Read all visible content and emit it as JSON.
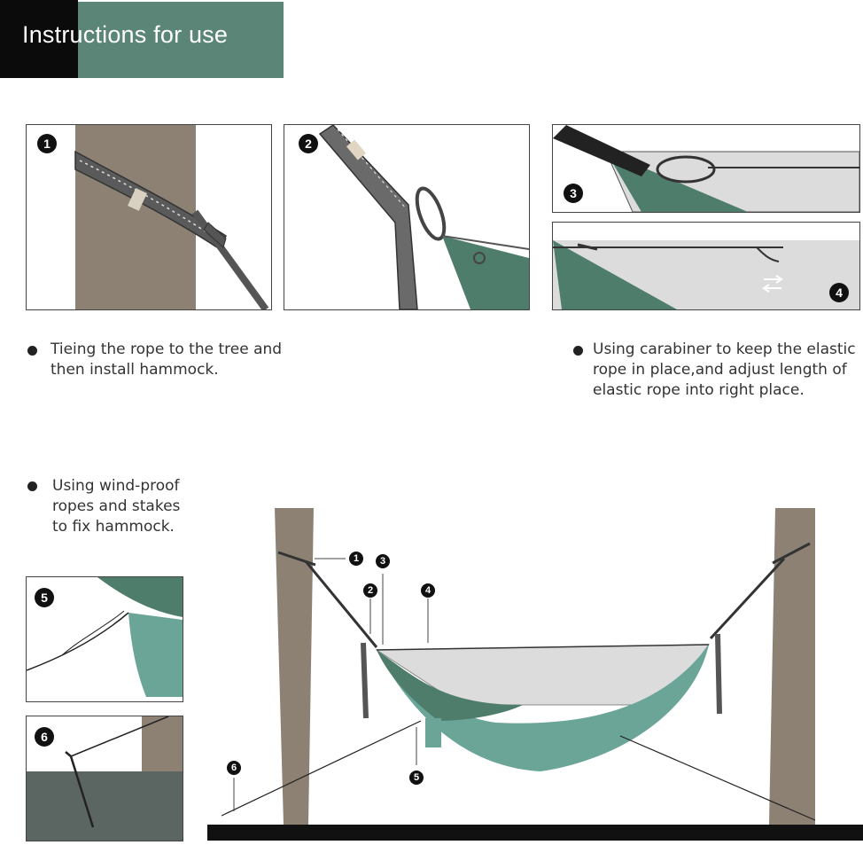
{
  "header": {
    "title": "Instructions for use"
  },
  "panels": [
    {
      "number": "1"
    },
    {
      "number": "2"
    },
    {
      "number": "3"
    },
    {
      "number": "4"
    },
    {
      "number": "5"
    },
    {
      "number": "6"
    }
  ],
  "captions": [
    {
      "lines": [
        "Tieing the rope to the tree and",
        "then install hammock."
      ]
    },
    {
      "lines": [
        "Using carabiner to keep the elastic",
        "rope in place,and adjust length of",
        "elastic rope into right place."
      ]
    },
    {
      "lines": [
        "Using wind-proof",
        "ropes and stakes",
        "to fix hammock."
      ]
    }
  ],
  "diagram_labels": [
    "1",
    "2",
    "3",
    "4",
    "5",
    "6"
  ],
  "colors": {
    "header_black": "#0b0b0b",
    "header_green": "#5a8577",
    "tree": "#8d8174",
    "hammock_dark": "#4e7d6b",
    "hammock_light": "#6aa598",
    "mesh": "#dcdcdc",
    "ground": "#111111"
  }
}
